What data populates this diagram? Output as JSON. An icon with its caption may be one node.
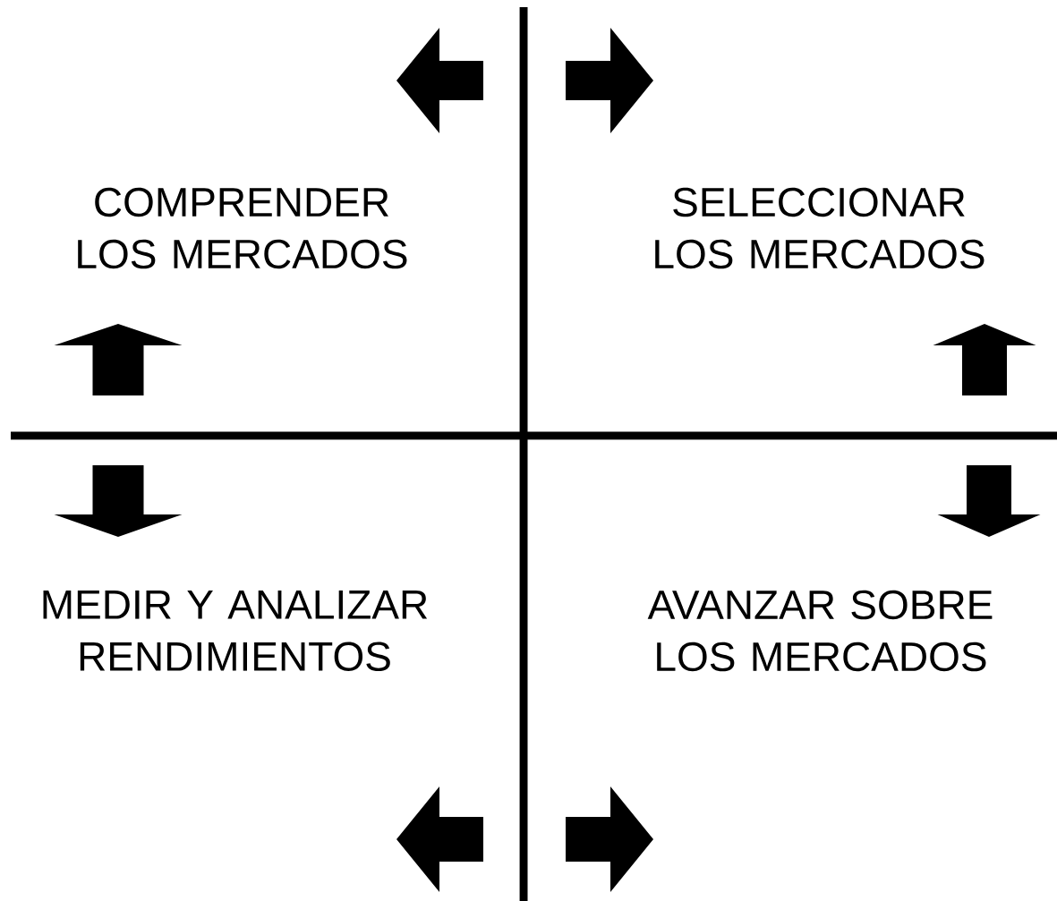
{
  "diagram": {
    "nodes": [
      {
        "text": [
          "COMPRENDER LOS MERCADOS"
        ]
      },
      {
        "text": [
          "SELECCIONAR LOS MERCADOS"
        ]
      },
      {
        "text": [
          "MEDIR Y ANALIZAR RENDIMIENTOS"
        ]
      },
      {
        "text": [
          "AVANZAR SOBRE LOS MERCADOS"
        ]
      }
    ]
  }
}
